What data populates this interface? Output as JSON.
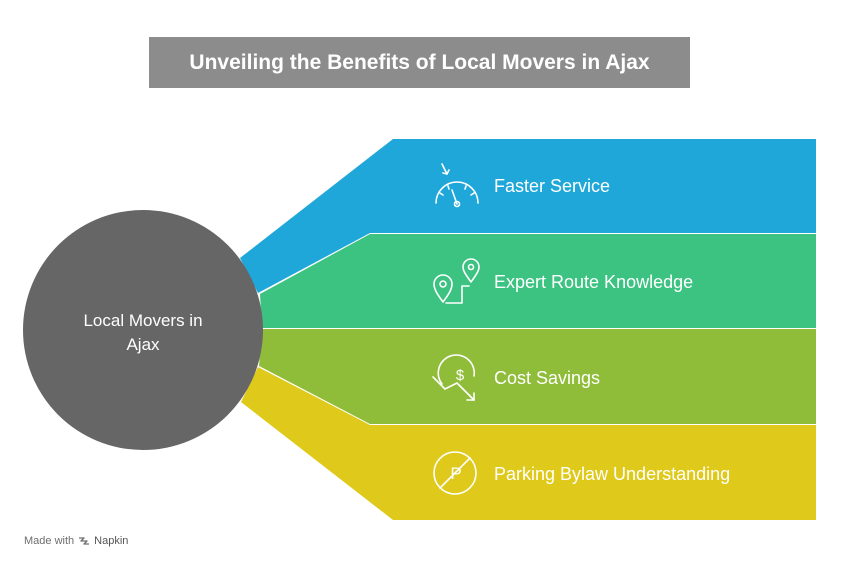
{
  "title": "Unveiling the Benefits of Local Movers in Ajax",
  "center": {
    "line1": "Local Movers in",
    "line2": "Ajax",
    "color": "#666666"
  },
  "benefits": [
    {
      "label": "Faster Service",
      "icon": "speedometer-icon",
      "color": "#1fa7d9"
    },
    {
      "label": "Expert Route Knowledge",
      "icon": "route-icon",
      "color": "#3cc281"
    },
    {
      "label": "Cost Savings",
      "icon": "cost-savings-icon",
      "color": "#8fbd3a"
    },
    {
      "label": "Parking Bylaw Understanding",
      "icon": "no-parking-icon",
      "color": "#dfc91a"
    }
  ],
  "footer": {
    "made_with": "Made with",
    "brand": "Napkin"
  }
}
